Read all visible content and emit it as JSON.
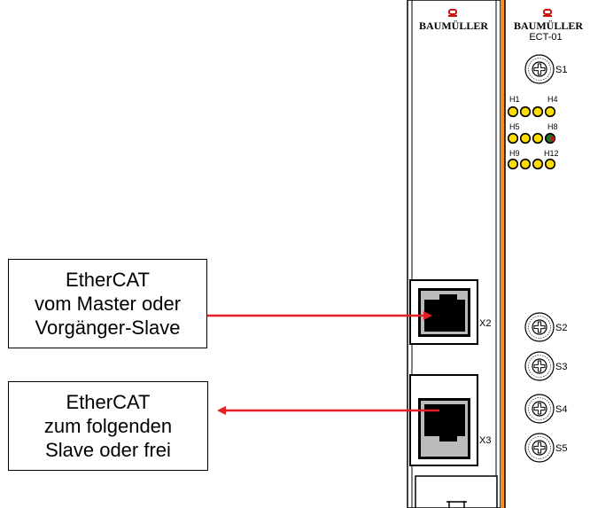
{
  "module": {
    "brand": "BAUMÜLLER",
    "model": "ECT-01",
    "switch_labels": [
      "S1",
      "S2",
      "S3",
      "S4",
      "S5"
    ],
    "led_labels": [
      "H1",
      "H4",
      "H5",
      "H8",
      "H9",
      "H12"
    ],
    "port_labels": [
      "X2",
      "X3"
    ],
    "colors": {
      "orange_strip": "#f39021",
      "led_yellow": "#ffdd00",
      "led_green": "#2a6b2a",
      "led_red": "#cc1111",
      "arrow": "#e41f26"
    }
  },
  "callouts": {
    "input": {
      "lines": [
        "EtherCAT",
        "vom Master oder",
        "Vorgänger-Slave"
      ]
    },
    "output": {
      "lines": [
        "EtherCAT",
        "zum folgenden",
        "Slave oder frei"
      ]
    }
  }
}
